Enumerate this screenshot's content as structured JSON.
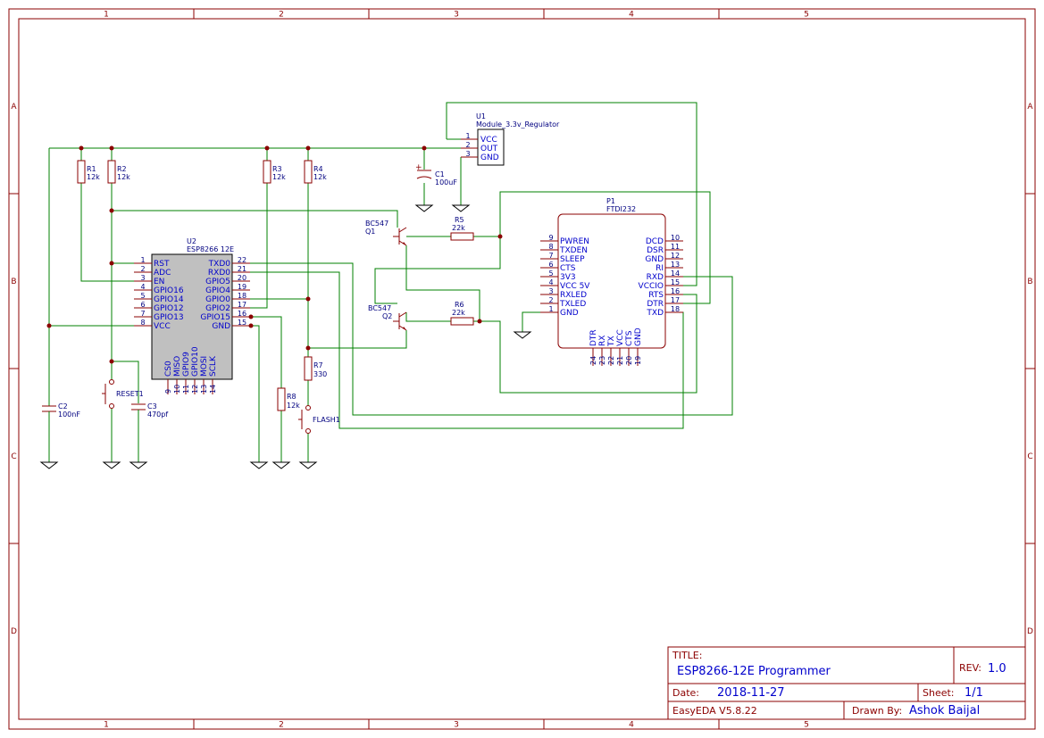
{
  "frame": {
    "columns": [
      "1",
      "2",
      "3",
      "4",
      "5"
    ],
    "rows": [
      "A",
      "B",
      "C",
      "D"
    ]
  },
  "title_block": {
    "title_label": "TITLE:",
    "title": "ESP8266-12E Programmer",
    "rev_label": "REV:",
    "rev": "1.0",
    "date_label": "Date:",
    "date": "2018-11-27",
    "sheet_label": "Sheet:",
    "sheet": "1/1",
    "tool": "EasyEDA V5.8.22",
    "drawn_label": "Drawn By:",
    "drawn_by": "Ashok Baijal"
  },
  "components": {
    "u1": {
      "ref": "U1",
      "value": "Module_3.3v_Regulator",
      "pins": [
        "VCC",
        "OUT",
        "GND"
      ],
      "pin_numbers": [
        "1",
        "2",
        "3"
      ]
    },
    "c1": {
      "ref": "C1",
      "value": "100uF"
    },
    "c2": {
      "ref": "C2",
      "value": "100nF"
    },
    "c3": {
      "ref": "C3",
      "value": "470pf"
    },
    "r1": {
      "ref": "R1",
      "value": "12k"
    },
    "r2": {
      "ref": "R2",
      "value": "12k"
    },
    "r3": {
      "ref": "R3",
      "value": "12k"
    },
    "r4": {
      "ref": "R4",
      "value": "12k"
    },
    "r5": {
      "ref": "R5",
      "value": "22k"
    },
    "r6": {
      "ref": "R6",
      "value": "22k"
    },
    "r7": {
      "ref": "R7",
      "value": "330"
    },
    "r8": {
      "ref": "R8",
      "value": "12k"
    },
    "q1": {
      "ref": "Q1",
      "value": "BC547"
    },
    "q2": {
      "ref": "Q2",
      "value": "BC547"
    },
    "reset": {
      "ref": "RESET1"
    },
    "flash": {
      "ref": "FLASH1"
    },
    "u2": {
      "ref": "U2",
      "value": "ESP8266 12E",
      "left_pins": [
        {
          "num": "1",
          "name": "RST"
        },
        {
          "num": "2",
          "name": "ADC"
        },
        {
          "num": "3",
          "name": "EN"
        },
        {
          "num": "4",
          "name": "GPIO16"
        },
        {
          "num": "5",
          "name": "GPIO14"
        },
        {
          "num": "6",
          "name": "GPIO12"
        },
        {
          "num": "7",
          "name": "GPIO13"
        },
        {
          "num": "8",
          "name": "VCC"
        }
      ],
      "right_pins": [
        {
          "num": "22",
          "name": "TXD0"
        },
        {
          "num": "21",
          "name": "RXD0"
        },
        {
          "num": "20",
          "name": "GPIO5"
        },
        {
          "num": "19",
          "name": "GPIO4"
        },
        {
          "num": "18",
          "name": "GPIO0"
        },
        {
          "num": "17",
          "name": "GPIO2"
        },
        {
          "num": "16",
          "name": "GPIO15"
        },
        {
          "num": "15",
          "name": "GND"
        }
      ],
      "bottom_pins": [
        {
          "num": "9",
          "name": "CS0"
        },
        {
          "num": "10",
          "name": "MISO"
        },
        {
          "num": "11",
          "name": "GPIO9"
        },
        {
          "num": "12",
          "name": "GPIO10"
        },
        {
          "num": "13",
          "name": "MOSI"
        },
        {
          "num": "14",
          "name": "SCLK"
        }
      ]
    },
    "p1": {
      "ref": "P1",
      "value": "FTDI232",
      "left_pins": [
        {
          "num": "9",
          "name": "PWREN"
        },
        {
          "num": "8",
          "name": "TXDEN"
        },
        {
          "num": "7",
          "name": "SLEEP"
        },
        {
          "num": "6",
          "name": "CTS"
        },
        {
          "num": "5",
          "name": "3V3"
        },
        {
          "num": "4",
          "name": "VCC 5V"
        },
        {
          "num": "3",
          "name": "RXLED"
        },
        {
          "num": "2",
          "name": "TXLED"
        },
        {
          "num": "1",
          "name": "GND"
        }
      ],
      "right_pins": [
        {
          "num": "10",
          "name": "DCD"
        },
        {
          "num": "11",
          "name": "DSR"
        },
        {
          "num": "12",
          "name": "GND"
        },
        {
          "num": "13",
          "name": "RI"
        },
        {
          "num": "14",
          "name": "RXD"
        },
        {
          "num": "15",
          "name": "VCCIO"
        },
        {
          "num": "16",
          "name": "RTS"
        },
        {
          "num": "17",
          "name": "DTR"
        },
        {
          "num": "18",
          "name": "TXD"
        }
      ],
      "bottom_pins": [
        {
          "num": "24",
          "name": "DTR"
        },
        {
          "num": "23",
          "name": "RX"
        },
        {
          "num": "22",
          "name": "TX"
        },
        {
          "num": "21",
          "name": "VCC"
        },
        {
          "num": "20",
          "name": "CTS"
        },
        {
          "num": "19",
          "name": "GND"
        }
      ]
    }
  },
  "colors": {
    "frame": "#8b0000",
    "wire": "#008000",
    "text": "#0000cc"
  }
}
